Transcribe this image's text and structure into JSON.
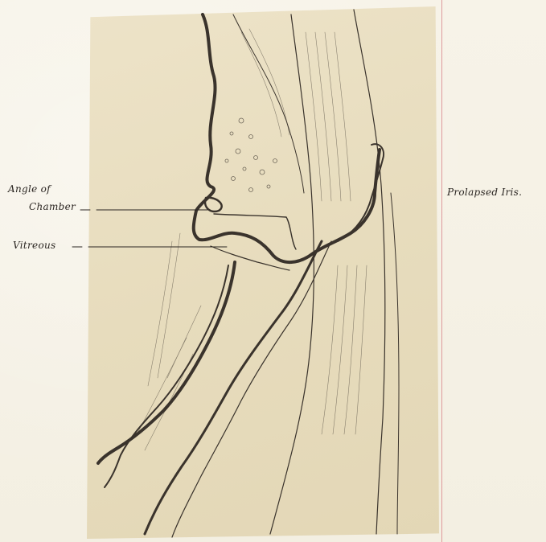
{
  "labels": {
    "angle_of_line1": "Angle of",
    "angle_of_line2": "Chamber",
    "vitreous": "Vitreous",
    "prolapsed": "Prolapsed Iris."
  },
  "colors": {
    "paper": "#f6f2e6",
    "plate": "#e7dcbd",
    "ink": "#2b2622",
    "margin_rule": "#d98a8e"
  }
}
